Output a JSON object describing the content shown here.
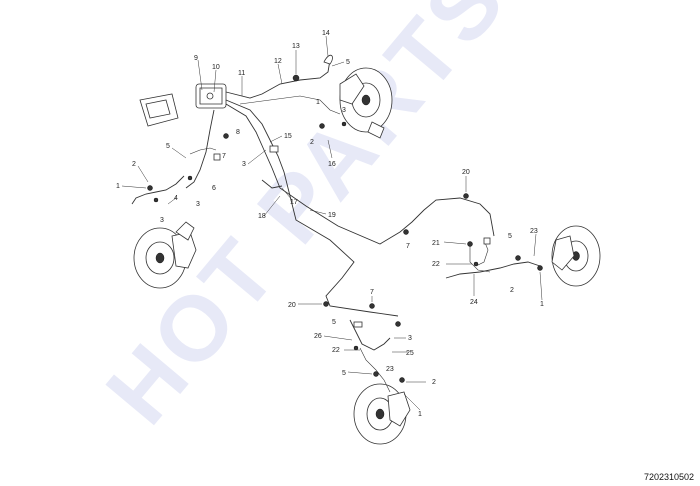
{
  "watermark": "HOT PARTS",
  "diagram_code": "7202310502",
  "callouts": {
    "c1a": "1",
    "c1b": "1",
    "c1c": "1",
    "c1d": "1",
    "c2a": "2",
    "c2b": "2",
    "c2c": "2",
    "c2d": "2",
    "c3a": "3",
    "c3b": "3",
    "c3c": "3",
    "c3d": "3",
    "c4": "4",
    "c5a": "5",
    "c5b": "5",
    "c5c": "5",
    "c5d": "5",
    "c5e": "5",
    "c6": "6",
    "c7a": "7",
    "c7b": "7",
    "c7c": "7",
    "c8": "8",
    "c9": "9",
    "c10": "10",
    "c11": "11",
    "c12": "12",
    "c13": "13",
    "c14": "14",
    "c15": "15",
    "c16": "16",
    "c17": "17",
    "c18": "18",
    "c19": "19",
    "c20a": "20",
    "c20b": "20",
    "c21": "21",
    "c22a": "22",
    "c22b": "22",
    "c23a": "23",
    "c23b": "23",
    "c24": "24",
    "c25": "25",
    "c26": "26"
  }
}
